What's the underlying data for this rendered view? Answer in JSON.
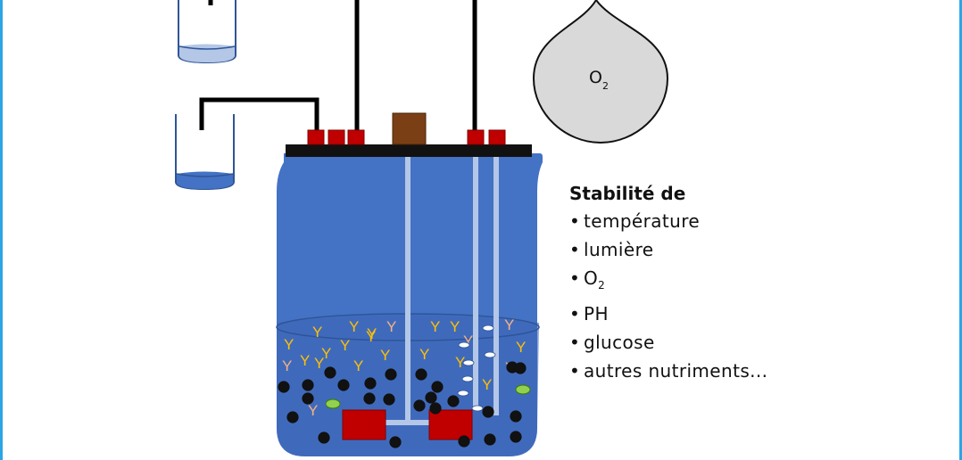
{
  "drop": {
    "formula": "O",
    "subscript": "2"
  },
  "panel": {
    "title": "Stabilité de",
    "items": [
      {
        "text": "température"
      },
      {
        "text": "lumière"
      },
      {
        "text": "O",
        "sub": "2"
      },
      {
        "text": "PH"
      },
      {
        "text": "glucose"
      },
      {
        "text": "autres nutriments..."
      }
    ]
  },
  "colors": {
    "border": "#2aa6e6",
    "vessel": "#4472c4",
    "vessel_dark": "#2f5597",
    "ports": "#c00000",
    "cap": "#7b3f15",
    "tubes": "#000000",
    "probe": "#b4c7e7",
    "drop": "#d9d9d9",
    "antibody": "#ffc000",
    "cell": "#000000",
    "contaminant": "#92d050"
  }
}
